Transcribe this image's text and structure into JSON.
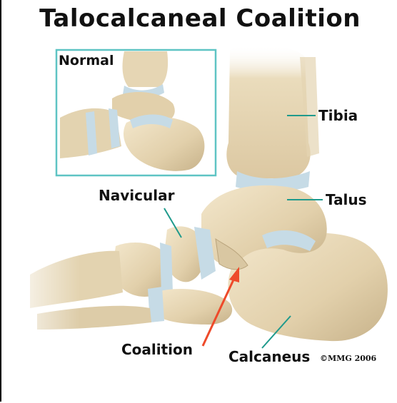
{
  "title": "Talocalcaneal Coalition",
  "inset_label": "Normal",
  "labels": {
    "tibia": "Tibia",
    "talus": "Talus",
    "navicular": "Navicular",
    "coalition": "Coalition",
    "calcaneus": "Calcaneus"
  },
  "copyright": "©MMG 2006",
  "colors": {
    "bone": "#e6d6b4",
    "bone_shadow": "#c9b58c",
    "cartilage": "#c6dbe6",
    "leader": "#1f9a8c",
    "arrow": "#ee4a2a",
    "inset_border": "#5ec4c4"
  }
}
